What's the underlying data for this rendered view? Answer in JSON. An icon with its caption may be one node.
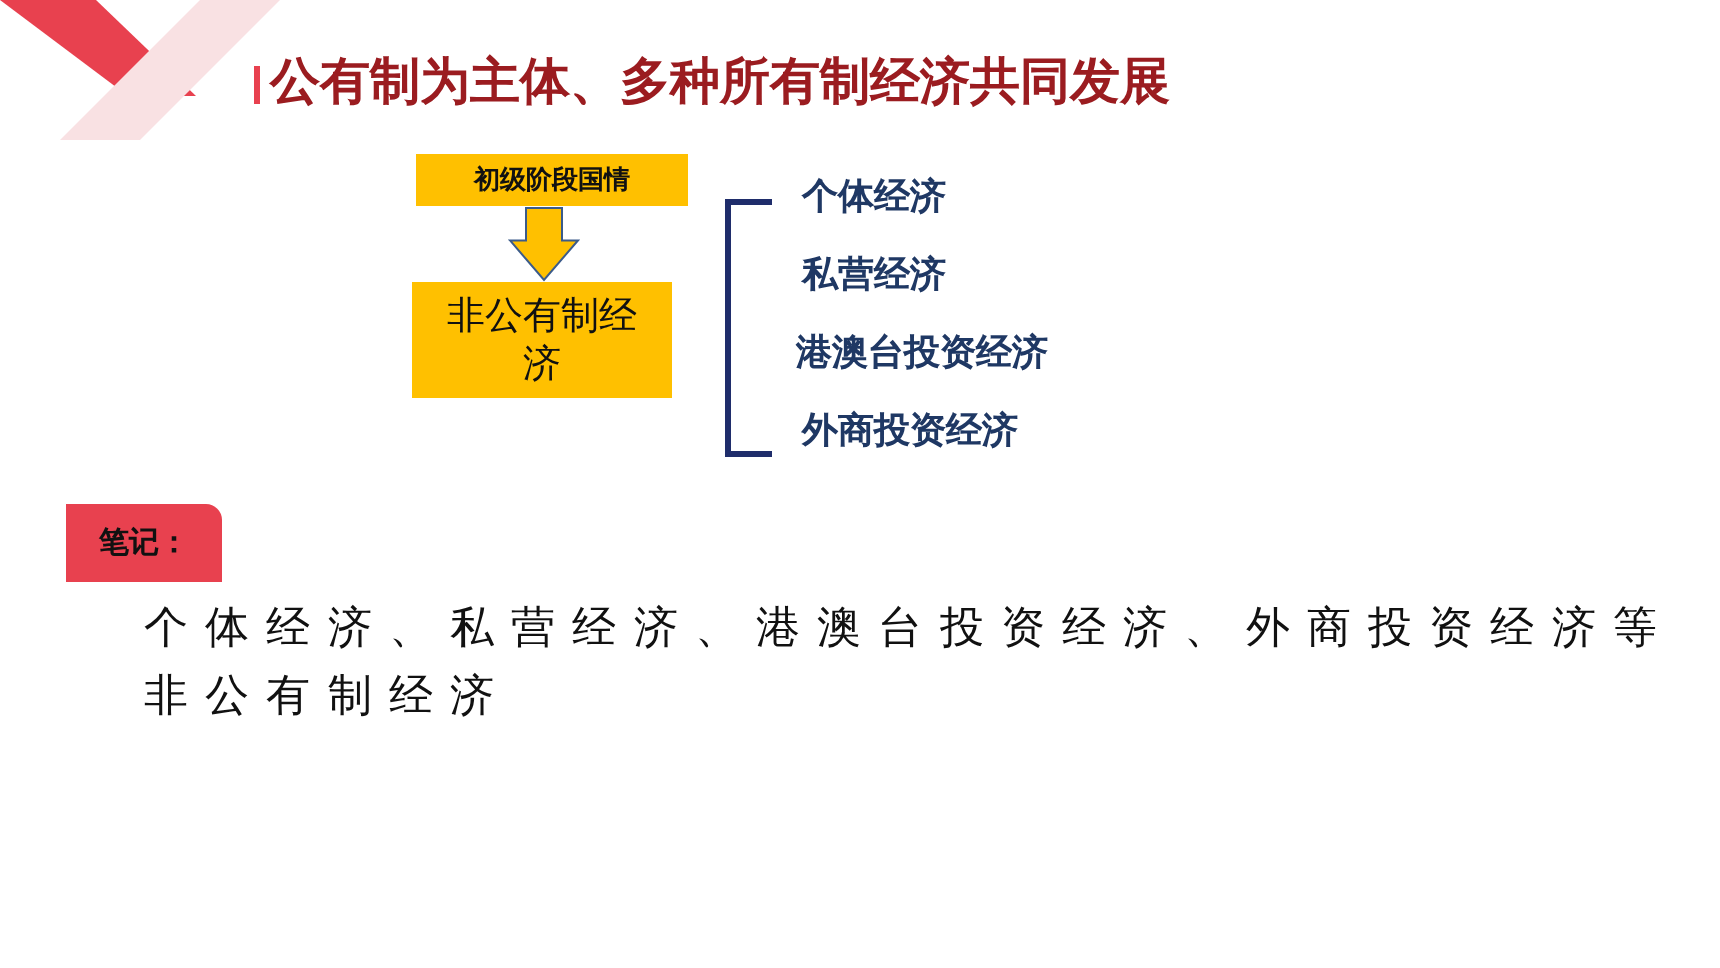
{
  "diagram": {
    "title": "公有制为主体、多种所有制经济共同发展",
    "nodes": [
      {
        "text": [
          "初级阶段国情"
        ]
      },
      {
        "text": [
          "非公有制经济"
        ]
      },
      {
        "text": [
          "笔记："
        ]
      }
    ],
    "edges": [
      {
        "from": 0,
        "to": 1,
        "arrow": "to"
      }
    ],
    "labels": [
      "个体经济",
      "私营经济",
      "港澳台投资经济",
      "外商投资经济",
      "个体经济、私营经济、港澳台投资经济、外商投资经济等非公有制经济"
    ]
  }
}
